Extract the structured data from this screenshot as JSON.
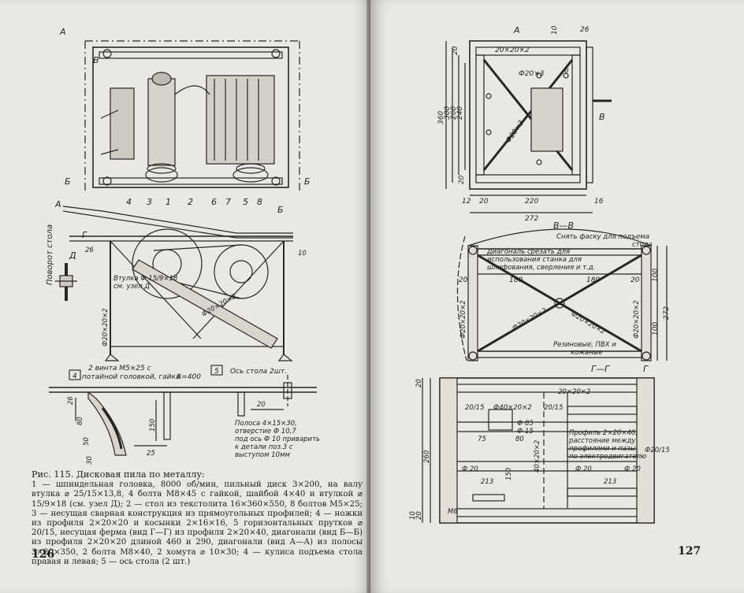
{
  "left_page": {
    "page_number": "126",
    "caption_title": "Рис. 115. Дисковая пила по металлу:",
    "caption_body": "1 — шпиндельная головка, 8000 об/мин, пильный диск 3×200, на валу втулка ⌀ 25/15×13,8, 4 болта М8×45 с гайкой, шайбой 4×40 и втулкой ⌀ 15/9×18 (см. узел Д); 2 — стол из текстолита 16×360×550, 8 болтов М5×25; 3 — несущая сварная конструкция из прямоугольных профилей; 4 — ножки из профиля 2×20×20 и косынки 2×16×16, 5 горизонтальных прутков ⌀ 20/15, несущая ферма (вид Г—Г) из профиля 2×20×40, диагонали (вид Б—Б) из профиля 2×20×20 длиной 460 и 290, диагонали (вид А—А) из полосы 3×20×350, 2 болта М8×40, 2 хомута ⌀ 10×30; 4 — кулиса подъема стола правая и левая; 5 — ось стола (2 шт.)",
    "drawing_labels": {
      "view_a": "А",
      "view_b": "Б",
      "view_v": "В",
      "view_g": "Г",
      "view_d": "Д",
      "callouts": [
        "4",
        "3",
        "1",
        "2",
        "6",
        "7",
        "5",
        "8"
      ],
      "table_rotation": "Поворот стола",
      "bushing_note_1": "Втулка Ф 15/9×18",
      "bushing_note_2": "см. узел Д",
      "profile_1": "Ф20×20×2",
      "profile_2": "Ф20×20×2",
      "num_10": "10",
      "num_26": "26",
      "box_4": "4",
      "screw_1": "2 винта М5×25 с",
      "screw_2": "потайной головкой, гайка",
      "radius": "R=400",
      "box_5": "5",
      "axis_note": "Ось стола 2шт.",
      "strip_1": "Полоса 4×15×30,",
      "strip_2": "отверстие Ф 10,7",
      "strip_3": "под ось Ф 10 приварить",
      "strip_4": "к детали поз.3 с",
      "strip_5": "выступом 10мм",
      "dim_80": "80",
      "dim_50": "50",
      "dim_30": "30",
      "dim_150": "150",
      "dim_25": "25",
      "dim_26": "26",
      "dim_20": "20"
    }
  },
  "right_page": {
    "page_number": "127",
    "drawing_labels": {
      "view_a": "А",
      "view_v": "В",
      "view_bv": "В—В",
      "view_gg": "Г—Г",
      "view_g": "Г",
      "a_top_20x20": "20×20×2",
      "a_f20x3_1": "Ф20×3",
      "a_f20x3_2": "Ф20×3",
      "a_dim_10": "10",
      "a_dim_26": "26",
      "a_dim_20a": "20",
      "a_dim_20b": "20",
      "a_dim_360": "360",
      "a_dim_300": "300",
      "a_dim_260": "260",
      "a_dim_240": "240",
      "a_dim_6": "6",
      "a_dim_20c": "20",
      "a_dim_12": "12",
      "a_dim_220": "220",
      "a_dim_272": "272",
      "a_dim_16": "16",
      "chamfer_1": "Снять фаску для подъема",
      "chamfer_2": "стола",
      "diag_1": "Диагональ срезать для",
      "diag_2": "использования станка для",
      "diag_3": "шлифования, сверления и т.д.",
      "b_dim_180a": "180",
      "b_dim_180b": "180",
      "b_dim_20a": "20",
      "b_dim_20b": "20",
      "b_dim_100a": "100",
      "b_dim_100b": "100",
      "b_dim_272": "272",
      "b_prof_1": "Ф20×20×2",
      "b_prof_2": "Ф20×20×2",
      "b_prof_3": "Ф20×20×2",
      "b_prof_4": "Ф20×20×2",
      "rubber_1": "Резиновые, ПВХ и",
      "rubber_2": "кожаные",
      "g_top": "20×20×2",
      "g_f40": "Ф40×20×2",
      "g_20_15a": "20/15",
      "g_20_15b": "20/15",
      "g_20_15c": "Ф20/15",
      "g_f85": "Ф 85",
      "g_f15": "Ф 15",
      "g_75": "75",
      "g_80": "80",
      "g_40x20": "40×20×2",
      "g_f20a": "Ф 20",
      "g_f20b": "Ф 20",
      "g_f20c": "Ф 20",
      "g_213a": "213",
      "g_213b": "213",
      "g_m8": "М8",
      "g_150": "150",
      "g_260": "260",
      "g_20a": "20",
      "g_20b": "20",
      "g_10": "10",
      "g_prof_1": "Профиль 2×20×40,",
      "g_prof_2": "расстояние между",
      "g_prof_3": "профилями и пазы",
      "g_prof_4": "по электродвигателю"
    }
  }
}
